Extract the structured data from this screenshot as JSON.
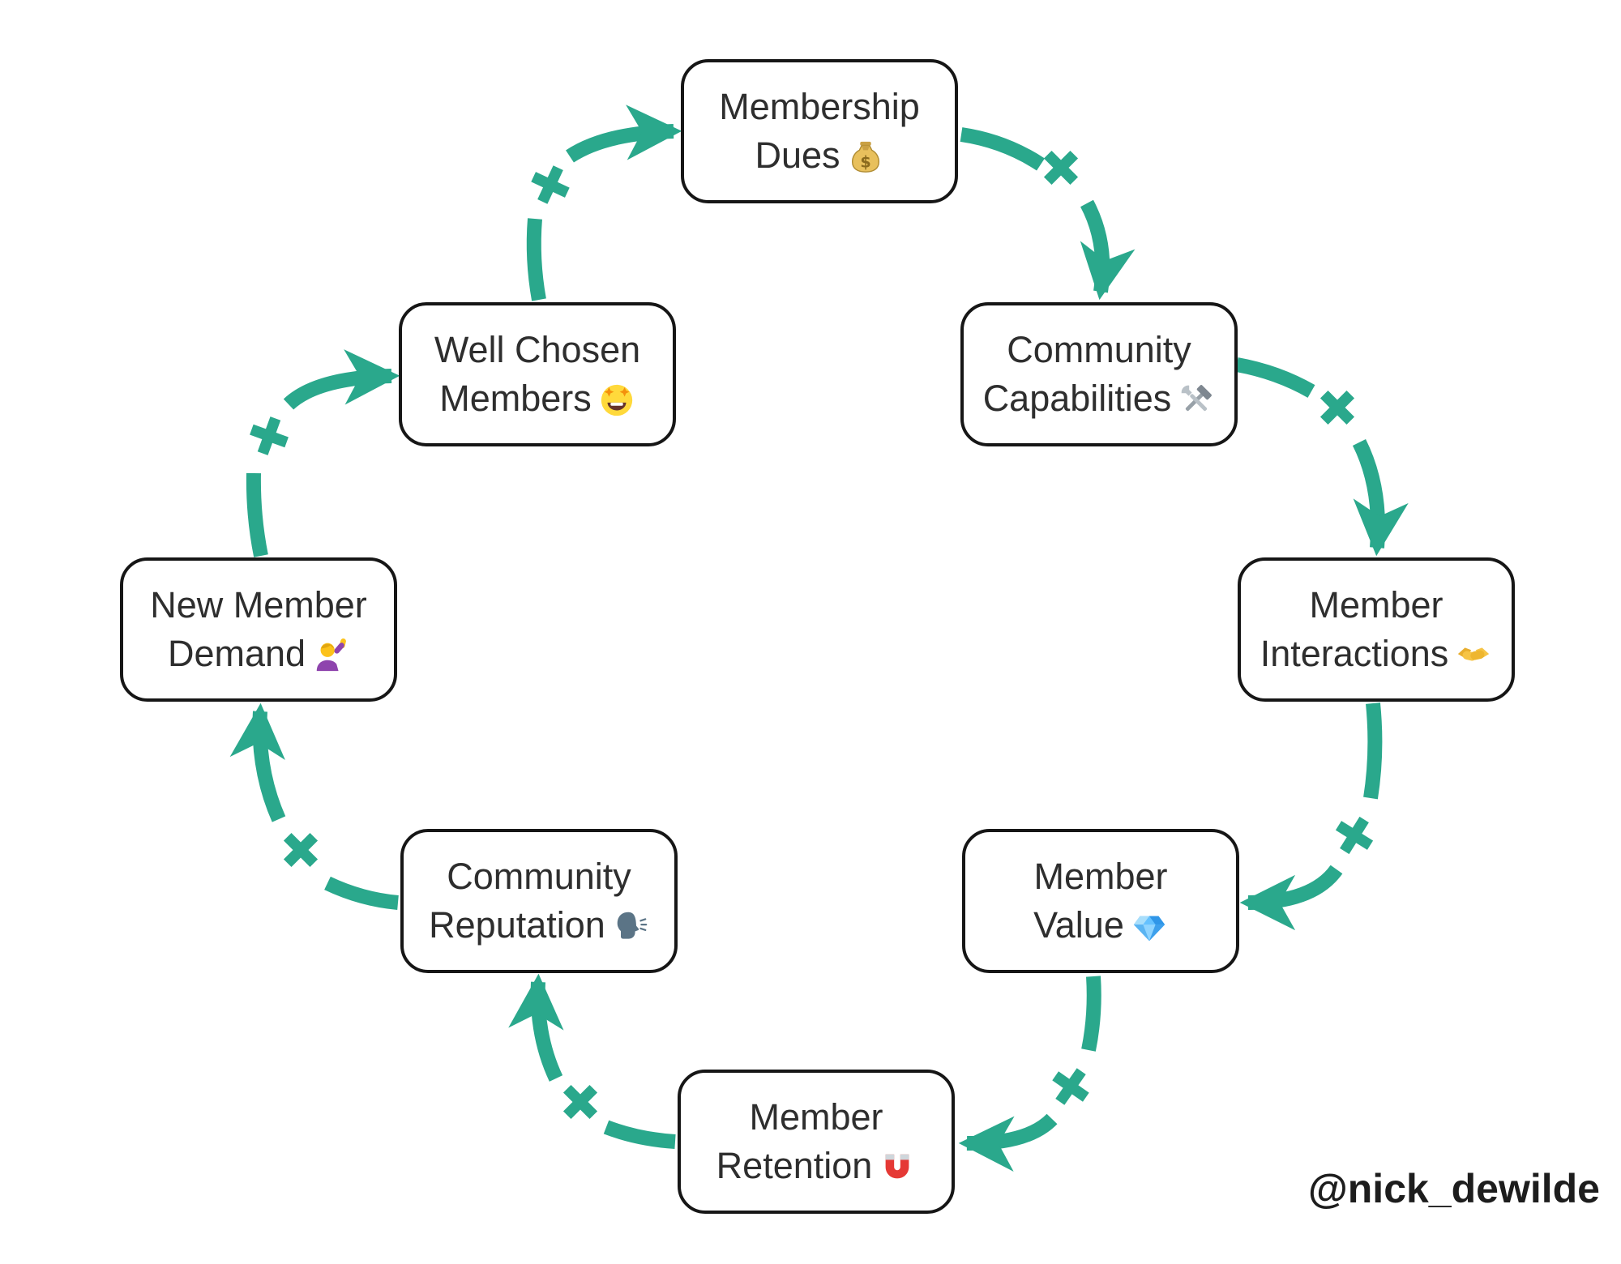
{
  "diagram": {
    "watermark": "@nick_dewilde",
    "colors": {
      "arrow": "#2aa88c",
      "box_border": "#161616",
      "text": "#2e2e2e",
      "background": "#ffffff"
    },
    "plus_sign": "+",
    "nodes": [
      {
        "id": "membership-dues",
        "label": "Membership Dues",
        "line1": "Membership",
        "line2": "Dues",
        "icon": "money-bag",
        "position": "top"
      },
      {
        "id": "community-capabilities",
        "label": "Community Capabilities",
        "line1": "Community",
        "line2": "Capabilities",
        "icon": "hammer-and-wrench",
        "position": "upper-right"
      },
      {
        "id": "member-interactions",
        "label": "Member Interactions",
        "line1": "Member",
        "line2": "Interactions",
        "icon": "handshake",
        "position": "right"
      },
      {
        "id": "member-value",
        "label": "Member Value",
        "line1": "Member",
        "line2": "Value",
        "icon": "gem",
        "position": "lower-right"
      },
      {
        "id": "member-retention",
        "label": "Member Retention",
        "line1": "Member",
        "line2": "Retention",
        "icon": "magnet",
        "position": "bottom"
      },
      {
        "id": "community-reputation",
        "label": "Community Reputation",
        "line1": "Community",
        "line2": "Reputation",
        "icon": "speaking-head",
        "position": "lower-left"
      },
      {
        "id": "new-member-demand",
        "label": "New Member Demand",
        "line1": "New Member",
        "line2": "Demand",
        "icon": "raising-hand",
        "position": "left"
      },
      {
        "id": "well-chosen-members",
        "label": "Well Chosen Members",
        "line1": "Well Chosen",
        "line2": "Members",
        "icon": "star-struck",
        "position": "upper-left"
      }
    ],
    "connections": [
      {
        "from": "Membership Dues",
        "to": "Community Capabilities",
        "sign": "+"
      },
      {
        "from": "Community Capabilities",
        "to": "Member Interactions",
        "sign": "+"
      },
      {
        "from": "Member Interactions",
        "to": "Member Value",
        "sign": "+"
      },
      {
        "from": "Member Value",
        "to": "Member Retention",
        "sign": "+"
      },
      {
        "from": "Member Retention",
        "to": "Community Reputation",
        "sign": "+"
      },
      {
        "from": "Community Reputation",
        "to": "New Member Demand",
        "sign": "+"
      },
      {
        "from": "New Member Demand",
        "to": "Well Chosen Members",
        "sign": "+"
      },
      {
        "from": "Well Chosen Members",
        "to": "Membership Dues",
        "sign": "+"
      }
    ]
  }
}
